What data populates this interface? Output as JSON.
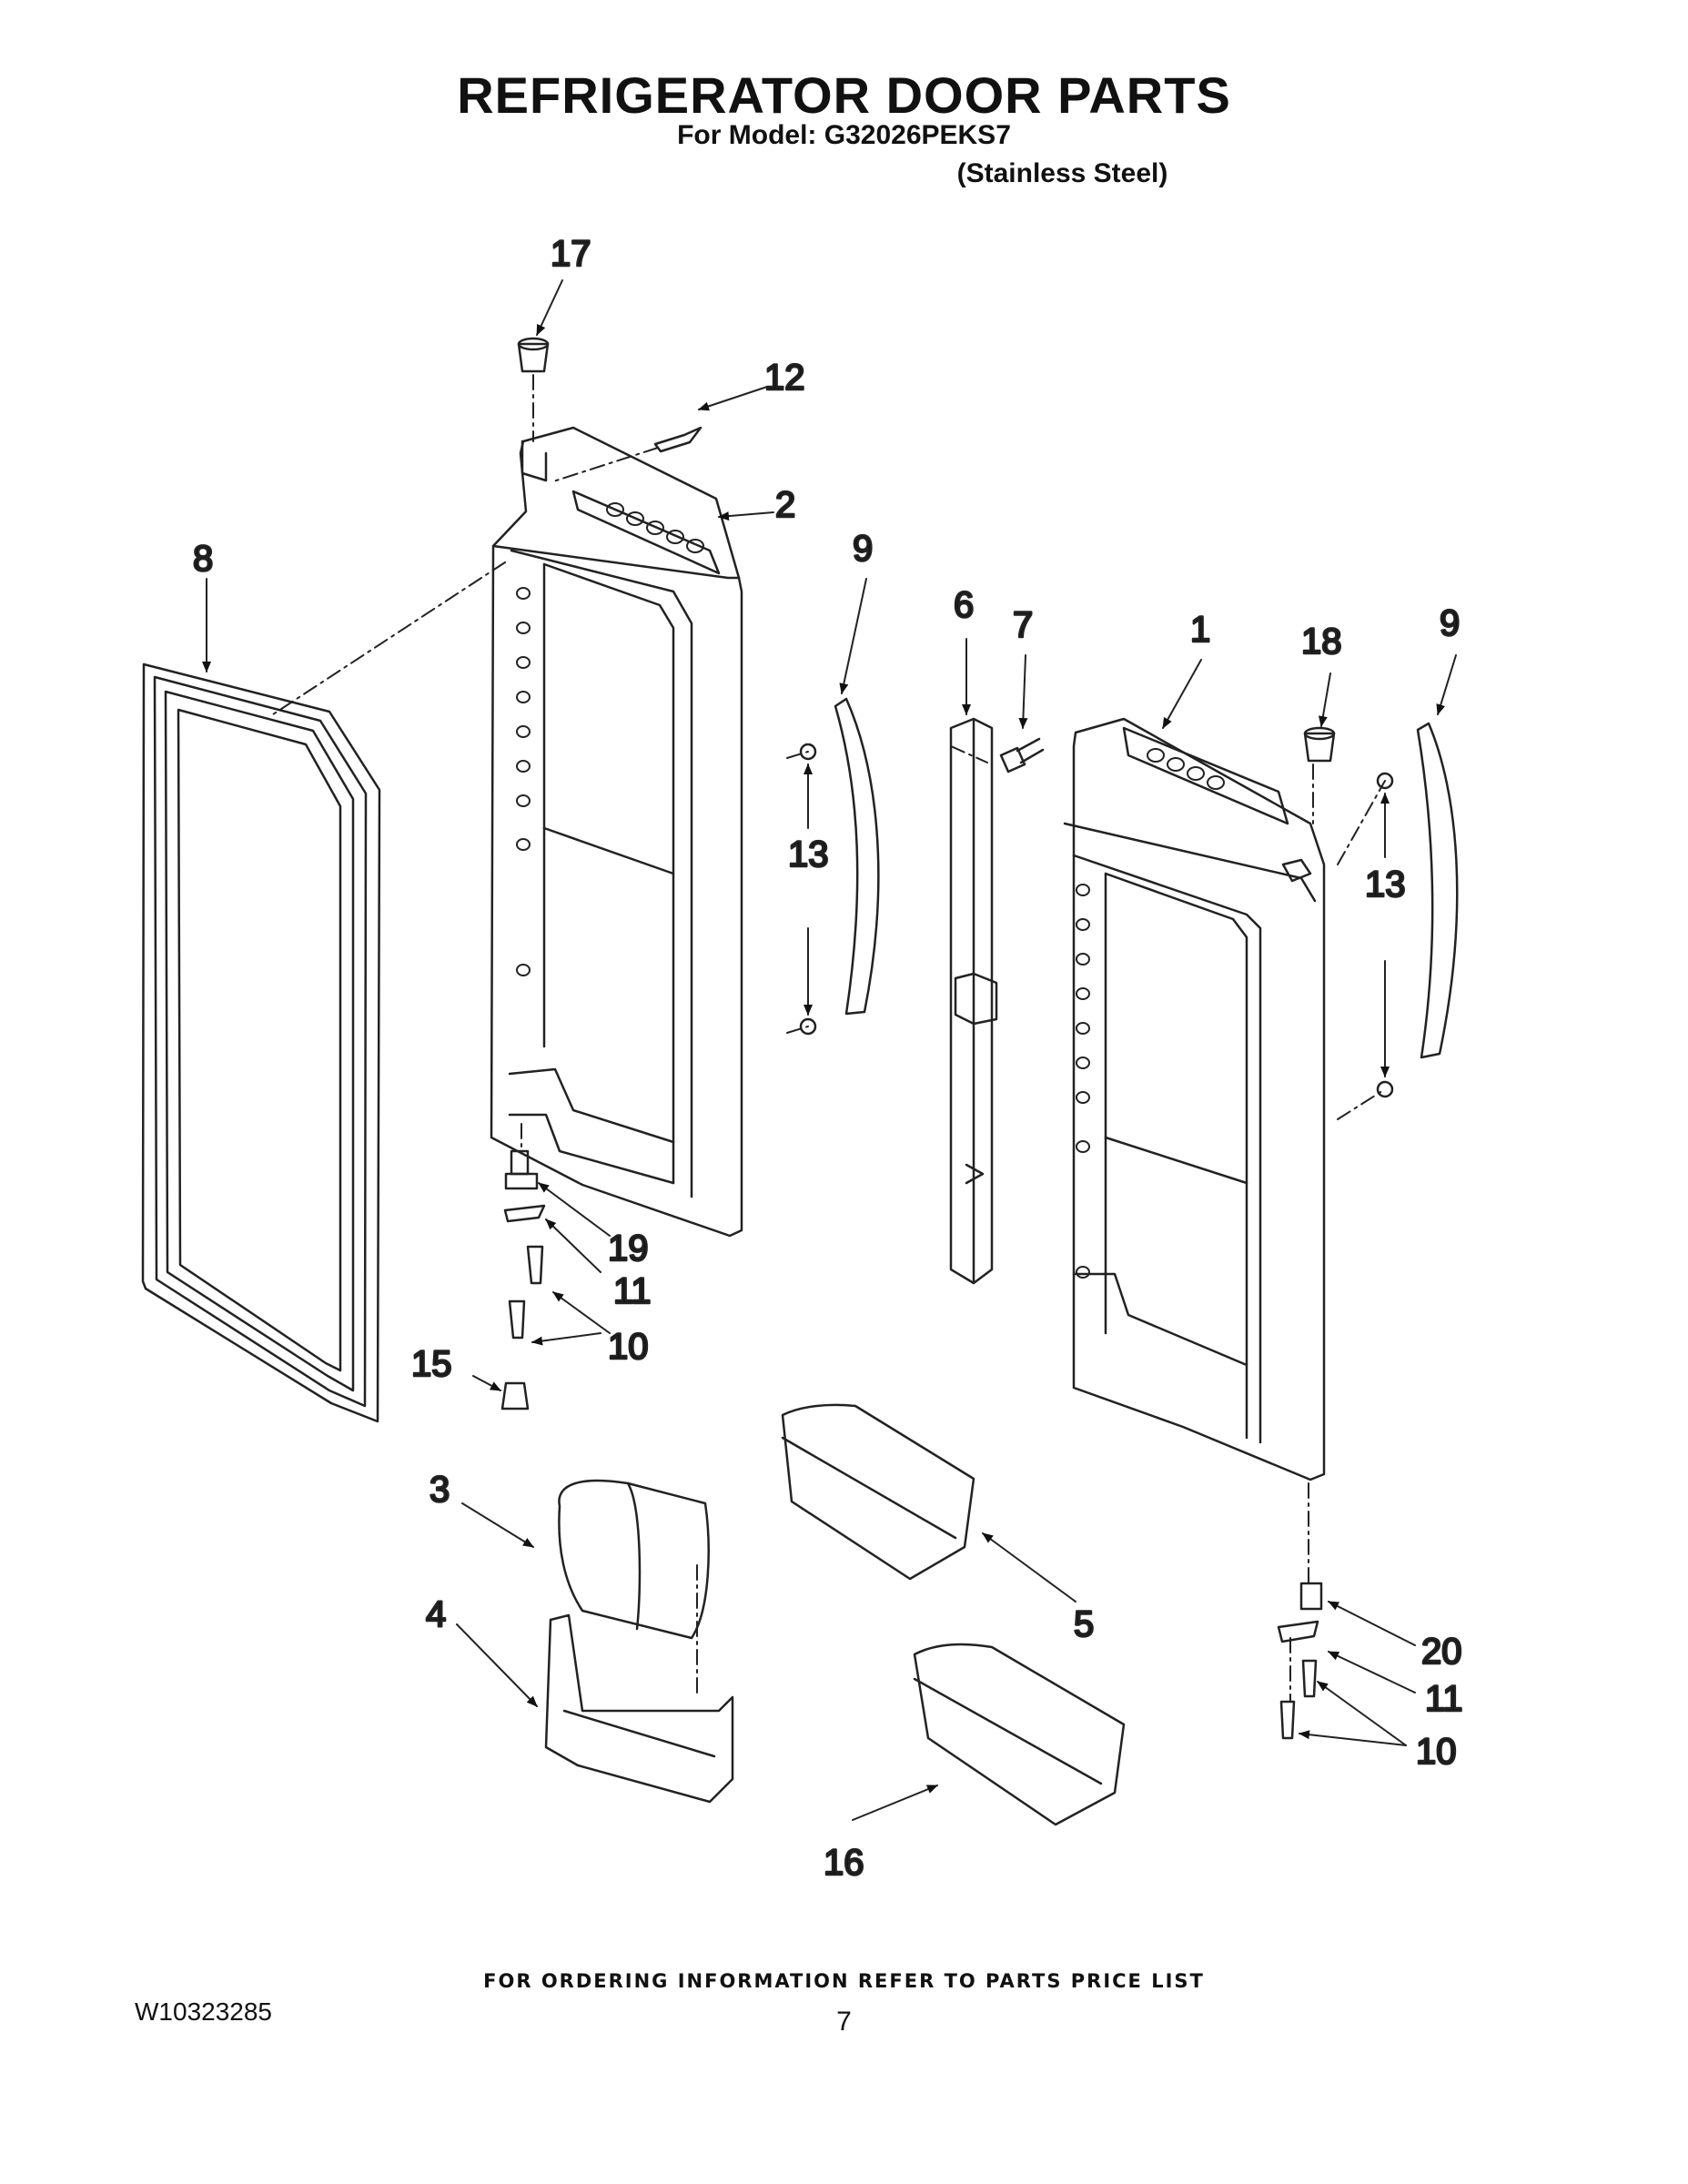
{
  "header": {
    "title": "REFRIGERATOR DOOR PARTS",
    "model_line": "For Model: G32026PEKS7",
    "finish_line": "(Stainless Steel)"
  },
  "callouts": [
    "1",
    "2",
    "3",
    "4",
    "5",
    "6",
    "7",
    "8",
    "9",
    "9",
    "10",
    "10",
    "11",
    "11",
    "12",
    "13",
    "13",
    "15",
    "16",
    "17",
    "18",
    "19",
    "20"
  ],
  "footer": {
    "order_note": "FOR ORDERING INFORMATION REFER TO PARTS PRICE LIST",
    "doc_number": "W10323285",
    "page_number": "7"
  }
}
